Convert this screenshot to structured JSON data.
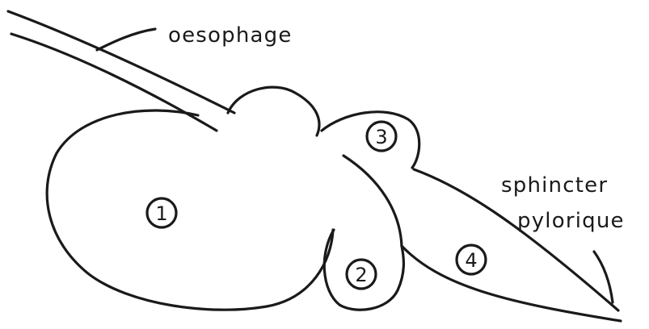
{
  "labels": {
    "oesophagus": "oesophage",
    "sphincter_line1": "sphincter",
    "sphincter_line2": "pylorique"
  },
  "compartments": [
    "1",
    "2",
    "3",
    "4"
  ],
  "colors": {
    "ink": "#1a1a1a",
    "background": "#ffffff"
  }
}
